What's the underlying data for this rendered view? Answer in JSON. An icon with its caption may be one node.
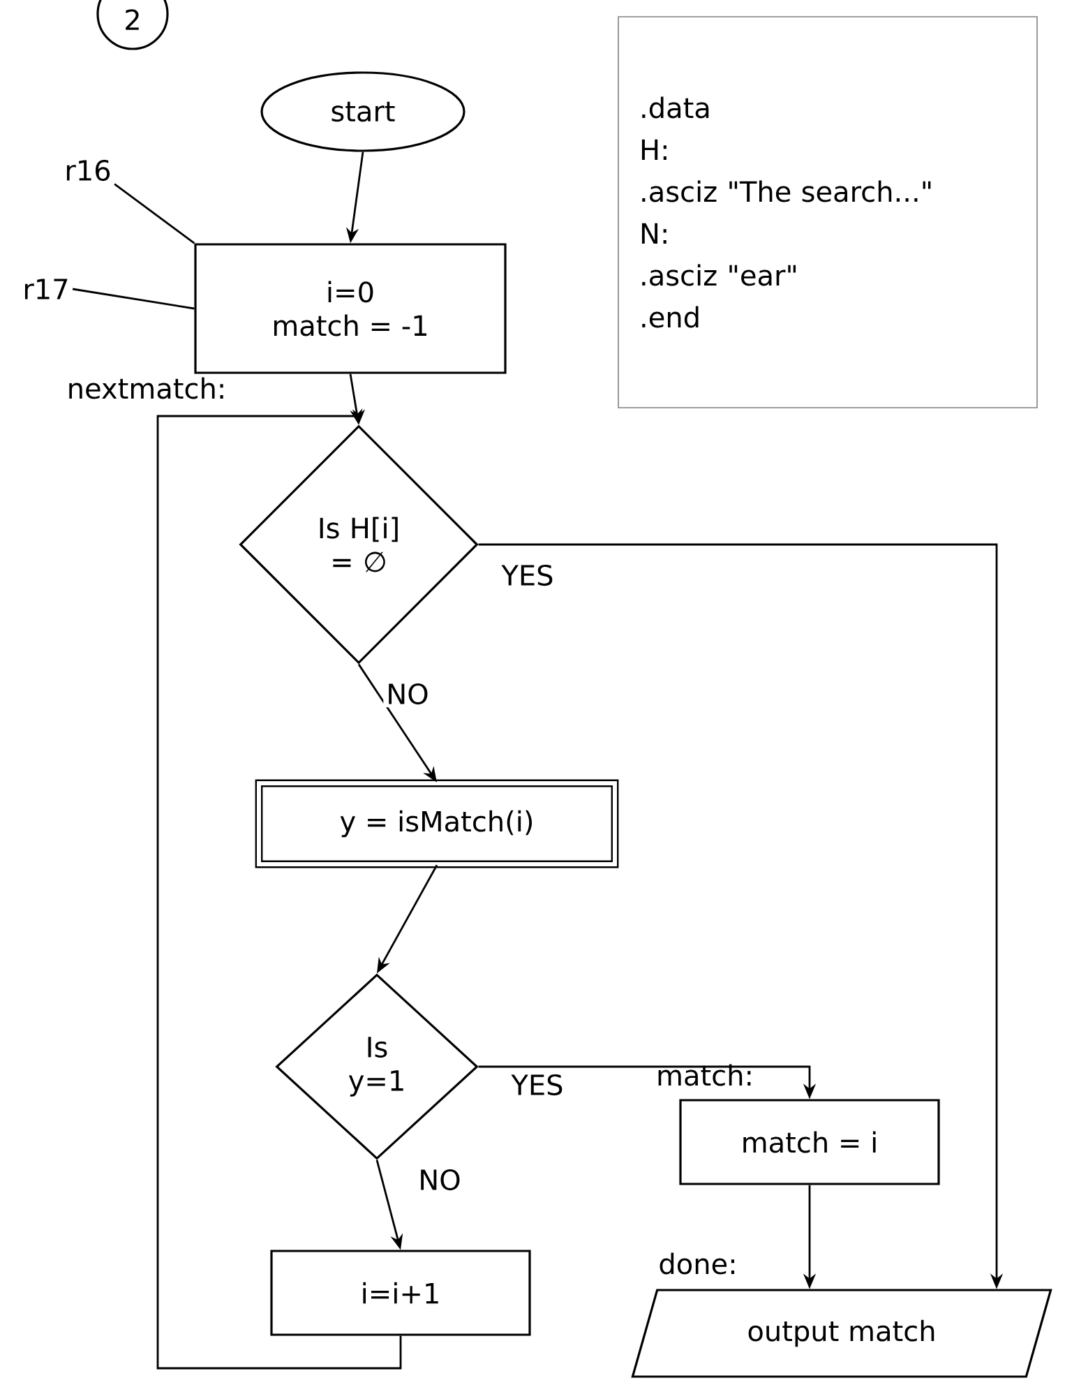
{
  "diagram": {
    "nodes": [
      {
        "text": [
          "start"
        ]
      },
      {
        "text": [
          "r16"
        ]
      },
      {
        "text": [
          "r17"
        ]
      },
      {
        "text": [
          "i=0",
          "match = -1"
        ]
      },
      {
        "text": [
          ".data",
          "H:",
          ".asciz \"The search...\"",
          "N:",
          ".asciz \"ear\"",
          ".end"
        ]
      },
      {
        "text": [
          "Is H[i] = ∅"
        ]
      },
      {
        "text": [
          "y = isMatch(i)"
        ]
      },
      {
        "text": [
          "Is y=1"
        ]
      },
      {
        "text": [
          "match = i"
        ],
        "beside": [
          "match:"
        ]
      },
      {
        "text": [
          "i=i+1"
        ]
      },
      {
        "text": [
          "output match"
        ],
        "beside": [
          "done:"
        ]
      }
    ],
    "edges": [
      {
        "from": 0,
        "to": 3,
        "arrow": "to"
      },
      {
        "from": 1,
        "to": 3,
        "arrow": "none"
      },
      {
        "from": 2,
        "to": 3,
        "arrow": "none"
      },
      {
        "from": 3,
        "to": 5,
        "arrow": "to"
      },
      {
        "from": 5,
        "to": 10,
        "arrow": "to",
        "label": "YES"
      },
      {
        "from": 5,
        "to": 6,
        "arrow": "to",
        "label": "NO"
      },
      {
        "from": 6,
        "to": 7,
        "arrow": "to"
      },
      {
        "from": 7,
        "to": 8,
        "arrow": "to",
        "label": "YES"
      },
      {
        "from": 7,
        "to": 9,
        "arrow": "to",
        "label": "NO"
      },
      {
        "from": 9,
        "to": 5,
        "arrow": "to"
      },
      {
        "from": 8,
        "to": 10,
        "arrow": "to"
      }
    ],
    "labels": [
      "2",
      "nextmatch:"
    ]
  }
}
